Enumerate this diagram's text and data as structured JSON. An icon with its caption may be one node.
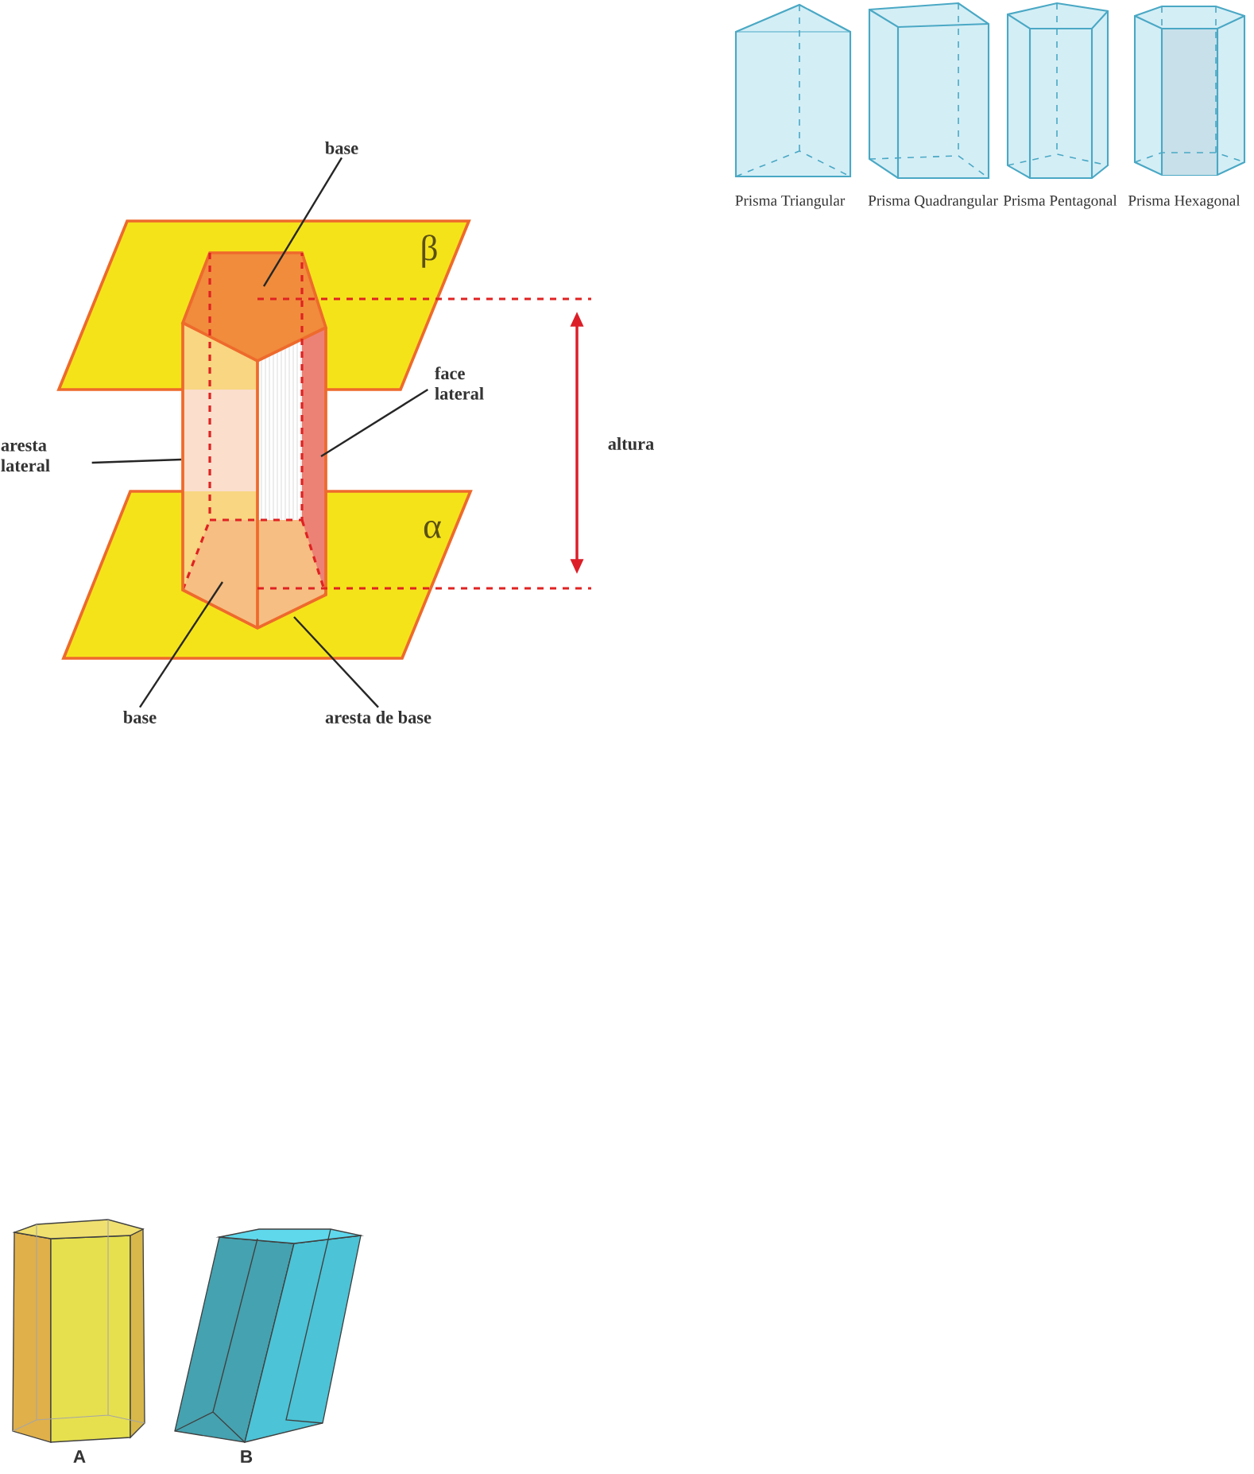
{
  "diagram": {
    "nodes": [
      {
        "text": [
          "base"
        ]
      },
      {
        "text": [
          "face lateral"
        ]
      },
      {
        "text": [
          "aresta lateral"
        ]
      },
      {
        "text": [
          "base"
        ]
      },
      {
        "text": [
          "aresta de base"
        ]
      }
    ],
    "edges": [
      {
        "from": 0,
        "to": null,
        "arrow": "none"
      },
      {
        "from": 1,
        "to": null,
        "arrow": "none"
      },
      {
        "from": 2,
        "to": null,
        "arrow": "none"
      },
      {
        "from": 3,
        "to": null,
        "arrow": "none"
      },
      {
        "from": 4,
        "to": null,
        "arrow": "none"
      }
    ],
    "labels": [
      "Prisma Triangular",
      "Prisma Quadrangular",
      "Prisma Pentagonal",
      "Prisma Hexagonal",
      "β",
      "altura",
      "α",
      "A",
      "B"
    ]
  }
}
